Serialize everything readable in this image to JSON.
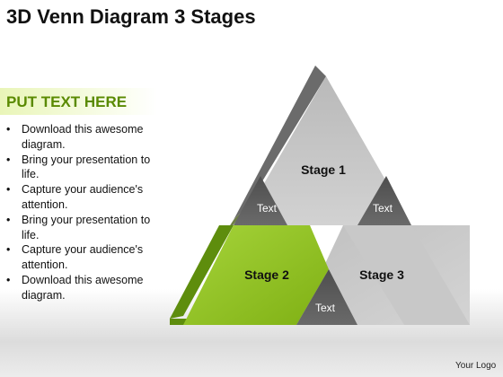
{
  "title": "3D Venn Diagram 3 Stages",
  "banner": "PUT TEXT HERE",
  "bullets": [
    "Download this awesome diagram.",
    "Bring your presentation to life.",
    "Capture your audience's attention.",
    "Bring your presentation to life.",
    "Capture your audience's attention.",
    "Download this awesome diagram."
  ],
  "stages": {
    "stage1": "Stage 1",
    "stage2": "Stage 2",
    "stage3": "Stage 3"
  },
  "overlaps": {
    "left": "Text",
    "right": "Text",
    "bottom": "Text"
  },
  "footer": "Your Logo",
  "colors": {
    "accent_green": "#8cc11d",
    "banner_text": "#5a8a00",
    "grey_face": "#c4c4c4",
    "overlap_dark": "#585858"
  }
}
